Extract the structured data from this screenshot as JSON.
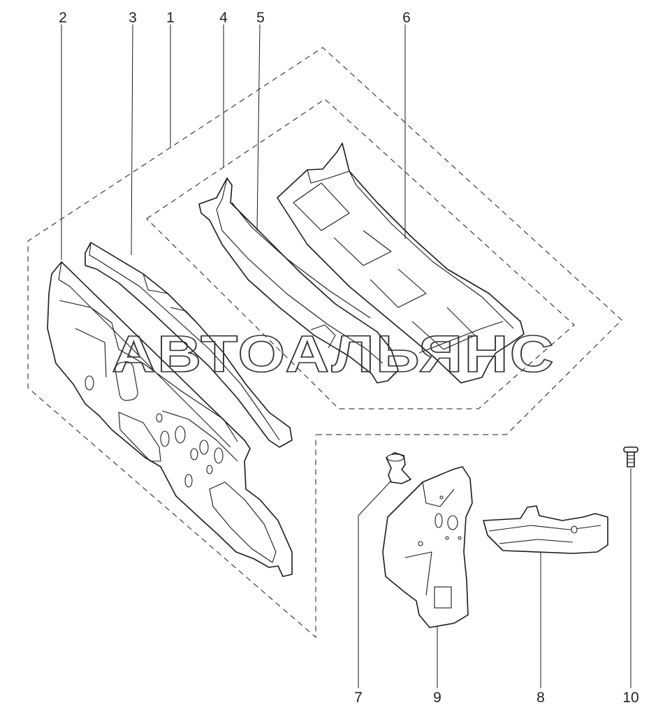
{
  "diagram": {
    "watermark": "АВТОАЛЬЯНС",
    "callouts": {
      "c1": "1",
      "c2": "2",
      "c3": "3",
      "c4": "4",
      "c5": "5",
      "c6": "6",
      "c7": "7",
      "c8": "8",
      "c9": "9",
      "c10": "10"
    }
  }
}
